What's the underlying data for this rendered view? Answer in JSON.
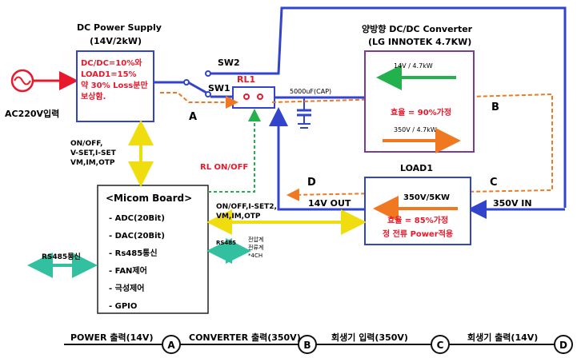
{
  "dc_supply": {
    "title1": "DC Power Supply",
    "title2": "(14V/2kW)",
    "note": [
      "DC/DC=10%와",
      "LOAD1=15%",
      "약 30% Loss분만",
      "보상함."
    ]
  },
  "ac_input": "AC220V입력",
  "switches": {
    "sw2": "SW2",
    "sw1": "SW1",
    "rl1": "RL1",
    "cap": "5000uF(CAP)"
  },
  "converter": {
    "title1": "양방향 DC/DC Converter",
    "title2": "(LG INNOTEK 4.7KW)",
    "arrow_top": "14V / 4.7kW",
    "efficiency": "효율 = 90%가정",
    "arrow_bottom": "350V / 4.7kW"
  },
  "load": {
    "title": "LOAD1",
    "rating": "350V/5KW",
    "efficiency": "효율 = 85%가정",
    "note": "정 전류 Power적용"
  },
  "micom": {
    "title": "<Micom Board>",
    "items": [
      "- ADC(20Bit)",
      "- DAC(20Bit)",
      "- Rs485통신",
      "- FAN제어",
      "- 극성제어",
      "- GPIO"
    ]
  },
  "labels": {
    "ctrl_left": [
      "ON/OFF,",
      "V-SET,I-SET",
      "VM,IM,OTP"
    ],
    "rl_onoff": "RL ON/OFF",
    "ctrl_right": [
      "ON/OFF,I-SET2,",
      "VM,IM,OTP"
    ],
    "v14_out": "14V OUT",
    "v350_in": "350V IN",
    "rs485_left": "RS485통신",
    "rs485_small": "RS485",
    "meter": [
      "전압계",
      "전류계",
      "*4CH"
    ]
  },
  "points": {
    "A": "A",
    "B": "B",
    "C": "C",
    "D": "D"
  },
  "timeline": {
    "seg1": "POWER 출력(14V)",
    "seg2": "CONVERTER 출력(350V)",
    "seg3": "회생기 입력(350V)",
    "seg4": "회생기 출력(14V)",
    "nodes": [
      "A",
      "B",
      "C",
      "D"
    ]
  },
  "colors": {
    "blue": "#3344cc",
    "red": "#e8192c",
    "orange": "#f07820",
    "green": "#22b14c",
    "yellow": "#ffee22",
    "teal": "#33c0a0",
    "purple": "#7a3c99"
  }
}
